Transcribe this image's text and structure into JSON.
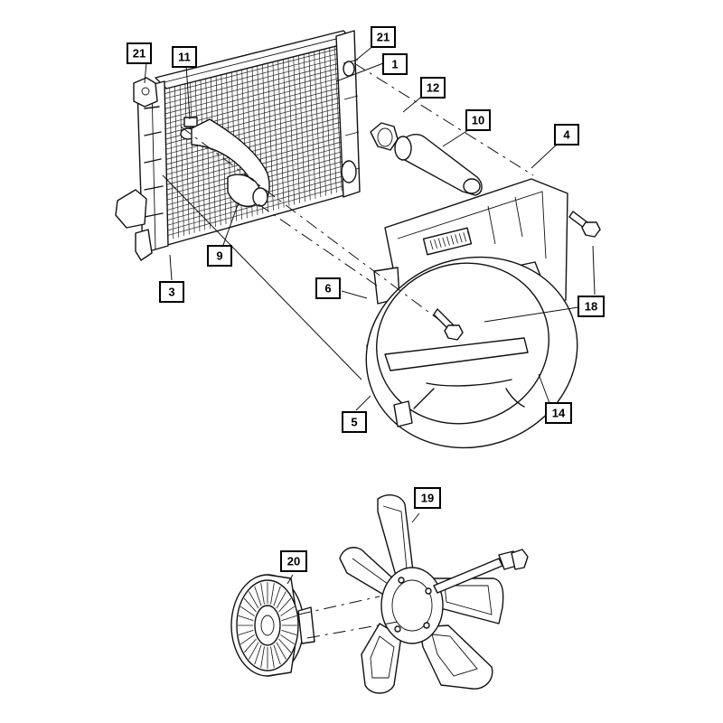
{
  "callouts": {
    "c21a": "21",
    "c11": "11",
    "c21b": "21",
    "c1": "1",
    "c12": "12",
    "c10": "10",
    "c4": "4",
    "c9": "9",
    "c3": "3",
    "c6": "6",
    "c18": "18",
    "c5": "5",
    "c14": "14",
    "c19": "19",
    "c20": "20"
  }
}
